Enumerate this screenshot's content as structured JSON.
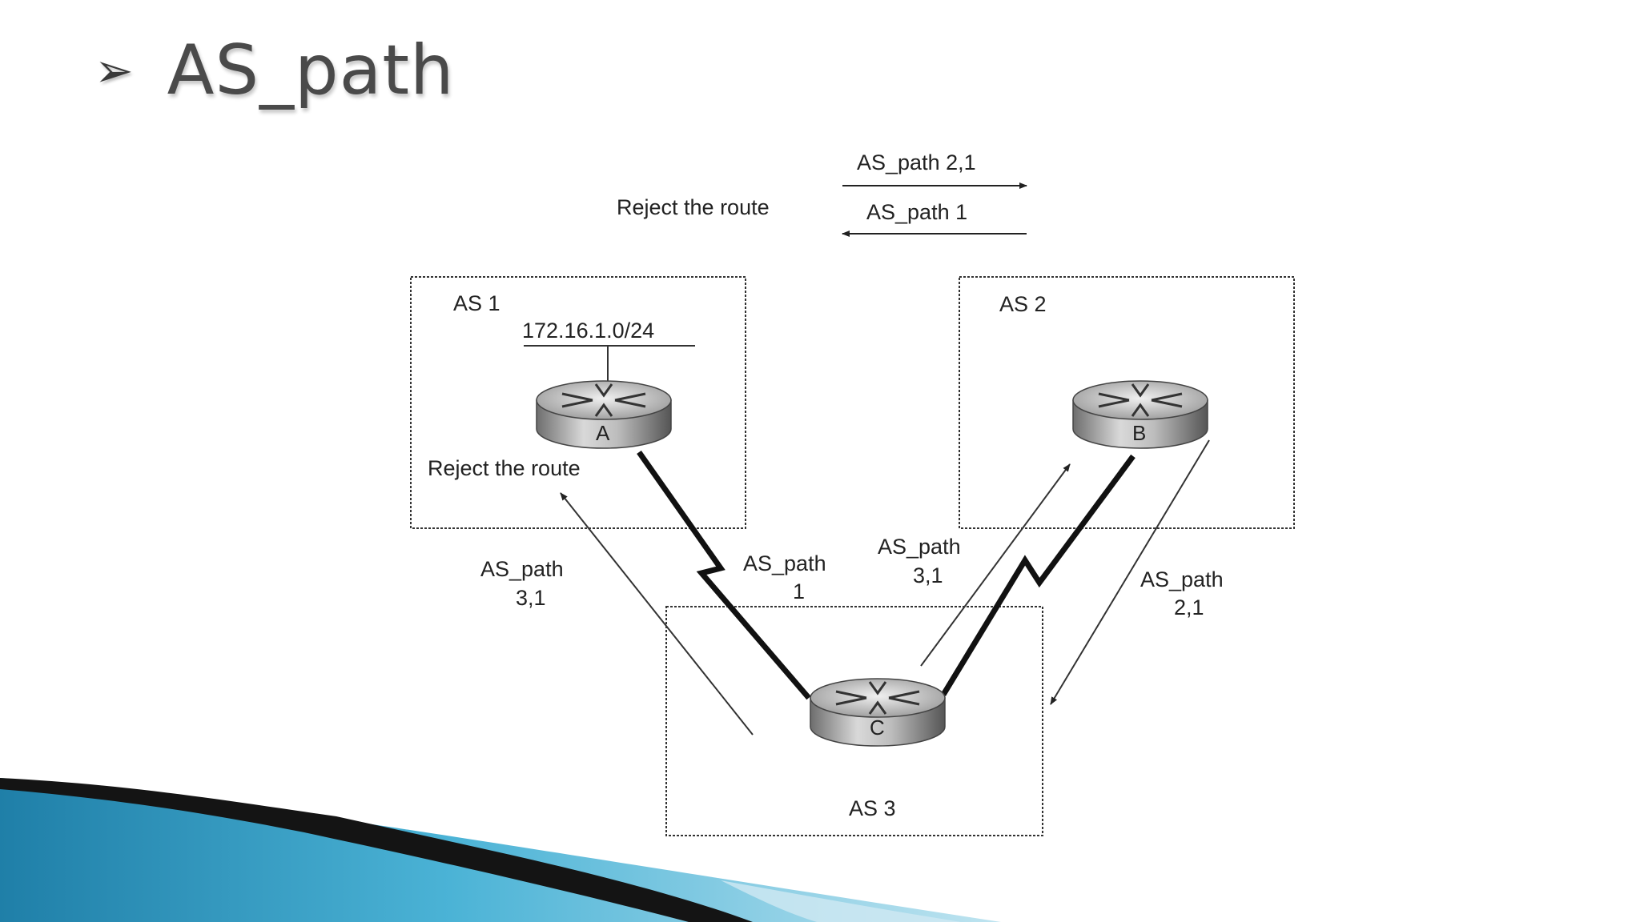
{
  "slide": {
    "title": "AS_path",
    "bullet_icon": "arrow-bullet-icon"
  },
  "legend": {
    "forward_label": "AS_path 2,1",
    "back_label": "AS_path 1",
    "reject_label": "Reject the route"
  },
  "as_boxes": {
    "as1": {
      "label": "AS 1",
      "network": "172.16.1.0/24"
    },
    "as2": {
      "label": "AS 2"
    },
    "as3": {
      "label": "AS 3"
    }
  },
  "routers": {
    "a": {
      "label": "A"
    },
    "b": {
      "label": "B"
    },
    "c": {
      "label": "C"
    }
  },
  "annotations": {
    "reject_at_a": "Reject the route",
    "c_to_a": {
      "line1": "AS_path",
      "line2": "3,1"
    },
    "a_to_c": {
      "line1": "AS_path",
      "line2": "1"
    },
    "c_to_b": {
      "line1": "AS_path",
      "line2": "3,1"
    },
    "b_to_c": {
      "line1": "AS_path",
      "line2": "2,1"
    }
  },
  "colors": {
    "title": "#4a4a4a",
    "line": "#222222",
    "wave_dark": "#1a1a1a",
    "wave_blue": "#2a8fb8",
    "wave_light": "#9cd3e6"
  }
}
